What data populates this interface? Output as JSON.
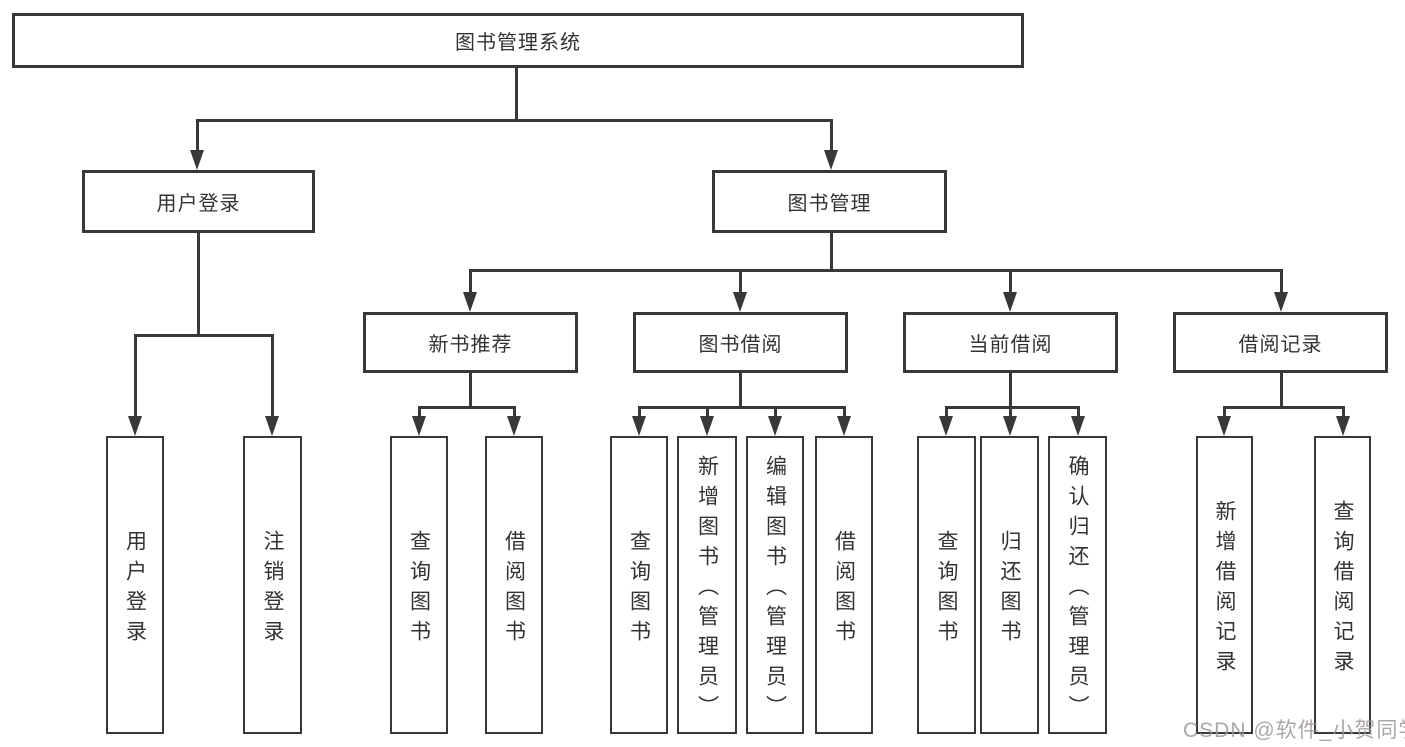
{
  "diagram": {
    "title": "图书管理系统",
    "level2": {
      "user_login": "用户登录",
      "book_mgmt": "图书管理"
    },
    "level3": {
      "new_book": "新书推荐",
      "borrow": "图书借阅",
      "current": "当前借阅",
      "records": "借阅记录"
    },
    "leaves": {
      "user_login": "用户登录",
      "logout": "注销登录",
      "nb_query": "查询图书",
      "nb_borrow": "借阅图书",
      "bw_query": "查询图书",
      "bw_add": "新增图书（管理员）",
      "bw_edit": "编辑图书（管理员）",
      "bw_borrow": "借阅图书",
      "cu_query": "查询图书",
      "cu_return": "归还图书",
      "cu_confirm": "确认归还（管理员）",
      "rec_add": "新增借阅记录",
      "rec_query": "查询借阅记录"
    }
  },
  "watermark": "CSDN @软件_小贺同学",
  "colors": {
    "line": "#383838",
    "text": "#333333",
    "watermark": "#9e9696",
    "background": "#ffffff"
  }
}
